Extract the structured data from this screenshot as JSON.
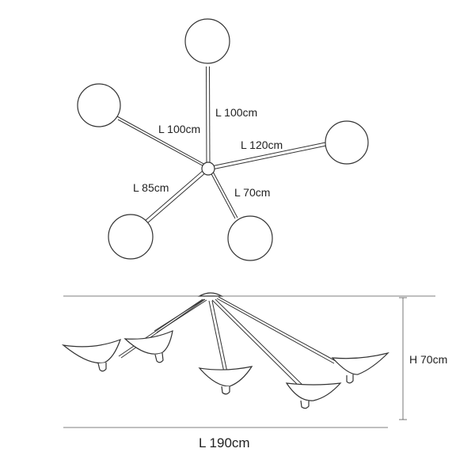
{
  "top_view": {
    "arm_lengths": {
      "top": "L 100cm",
      "upper_left": "L 100cm",
      "right": "L 120cm",
      "lower_left": "L 85cm",
      "lower_right": "L 70cm"
    }
  },
  "side_view": {
    "height_label": "H 70cm",
    "width_label": "L 190cm"
  }
}
